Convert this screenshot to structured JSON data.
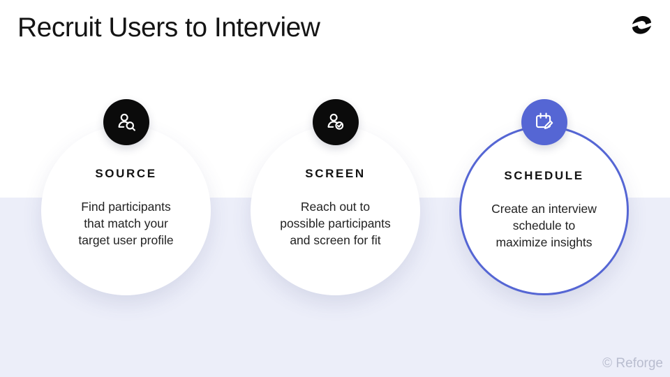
{
  "slide": {
    "title": "Recruit Users to Interview",
    "copyright": "© Reforge",
    "logo": "reforge-logo-icon",
    "colors": {
      "accent_blue": "#5566D4",
      "band_lavender": "#ECEEF9",
      "icon_circle_black": "#0B0B0B",
      "title_text": "#141414",
      "copyright_text": "#B9BDCF"
    }
  },
  "steps": [
    {
      "label": "SOURCE",
      "icon": "user-search-icon",
      "icon_circle_color": "#0B0B0B",
      "description": [
        "Find participants",
        "that match your",
        "target user profile"
      ]
    },
    {
      "label": "SCREEN",
      "icon": "user-check-icon",
      "icon_circle_color": "#0B0B0B",
      "description": [
        "Reach out to",
        "possible participants",
        "and screen for fit"
      ]
    },
    {
      "label": "SCHEDULE",
      "icon": "calendar-edit-icon",
      "icon_circle_color": "#5566D4",
      "description": [
        "Create an interview",
        "schedule to",
        "maximize insights"
      ]
    }
  ]
}
